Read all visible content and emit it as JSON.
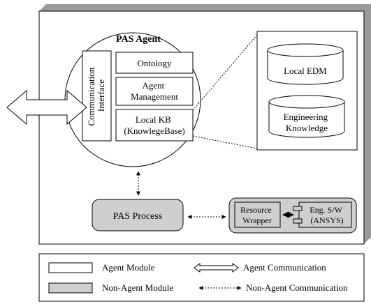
{
  "agent": {
    "title": "PAS Agent",
    "comm_interface_line1": "Communication",
    "comm_interface_line2": "Interface",
    "ontology": "Ontology",
    "management_line1": "Agent",
    "management_line2": "Management",
    "local_kb_line1": "Local KB",
    "local_kb_line2": "(KnowlegeBase)"
  },
  "knowledge_store": {
    "local_edm": "Local EDM",
    "engineering_line1": "Engineering",
    "engineering_line2": "Knowledge"
  },
  "non_agent": {
    "pas_process": "PAS Process",
    "resource_wrapper_line1": "Resource",
    "resource_wrapper_line2": "Wrapper",
    "eng_sw_line1": "Eng. S/W",
    "eng_sw_line2": "(ANSYS)"
  },
  "legend": {
    "agent_module": "Agent Module",
    "non_agent_module": "Non-Agent Module",
    "agent_communication": "Agent Communication",
    "non_agent_communication": "Non-Agent Communication"
  },
  "colors": {
    "module_fill": "#ffffff",
    "non_agent_fill": "#cfcfcf",
    "frame_face": "#ffffff",
    "frame_depth": "#9a9a9a",
    "line": "#000000"
  }
}
